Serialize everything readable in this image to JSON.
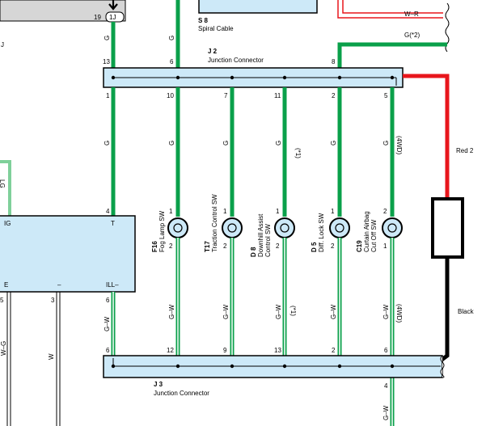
{
  "connectors": {
    "s8": {
      "code": "S 8",
      "name": "Spiral Cable"
    },
    "j2": {
      "code": "J 2",
      "name": "Junction Connector",
      "top_pins": [
        "13",
        "6",
        "8"
      ],
      "bottom_pins": [
        "1",
        "10",
        "7",
        "11",
        "2",
        "5"
      ]
    },
    "j3": {
      "code": "J 3",
      "name": "Junction Connector",
      "top_pins": [
        "6",
        "12",
        "9",
        "13",
        "2",
        "6"
      ],
      "bottom_pin": "4"
    },
    "ref_1j": {
      "pin": "19",
      "label": "1J"
    },
    "combination_meter": {
      "terminals": [
        "IG",
        "T",
        "E",
        "–",
        "ILL–"
      ],
      "pins": [
        "4",
        "5",
        "3",
        "6"
      ],
      "left_label": "J"
    }
  },
  "switches": [
    {
      "code": "F16",
      "name_line1": "Fog Lamp SW",
      "name_line2": "",
      "pin_top": "1",
      "pin_bottom": "2"
    },
    {
      "code": "T17",
      "name_line1": "Traction Control SW",
      "name_line2": "",
      "pin_top": "1",
      "pin_bottom": "2"
    },
    {
      "code": "D 8",
      "name_line1": "Downhill Assist",
      "name_line2": "Control SW",
      "pin_top": "1",
      "pin_bottom": "2"
    },
    {
      "code": "D 5",
      "name_line1": "Diff. Lock SW",
      "name_line2": "",
      "pin_top": "1",
      "pin_bottom": "2"
    },
    {
      "code": "C19",
      "name_line1": "Curtain Airbag",
      "name_line2": "Cut Off SW",
      "pin_top": "2",
      "pin_bottom": "1"
    }
  ],
  "wire_labels": {
    "g": "G",
    "gw": "G–W",
    "wr": "W–R",
    "g_note": "G(*2)",
    "w": "W",
    "note1": "(*1)",
    "note_4wd": "(4WD)",
    "edge_lg": "LG",
    "edge_wg": "W–G"
  },
  "annotations": {
    "red_wire": "Red 2",
    "black_wire": "Black"
  },
  "colors": {
    "wire_green": "#0aa04a",
    "red": "#e8161c",
    "connector_fill": "#cde9f8",
    "connector_box": "#d6d6d6"
  }
}
